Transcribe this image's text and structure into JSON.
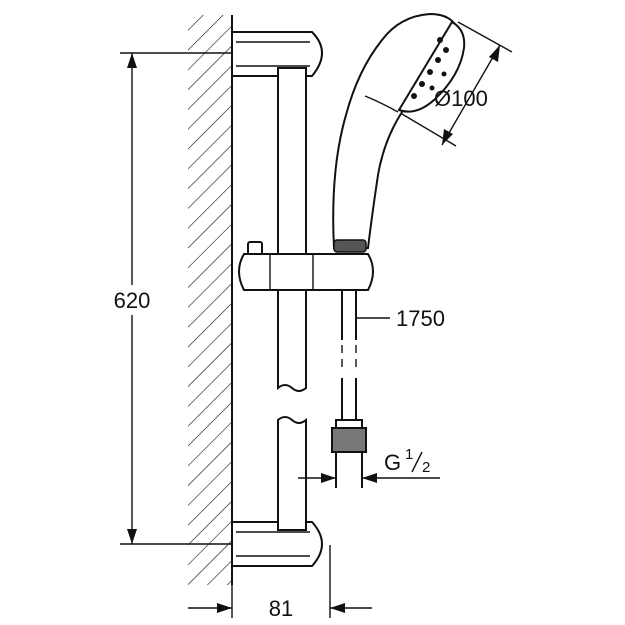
{
  "dimensions": {
    "height": "620",
    "width": "81",
    "head_diameter": "Ø100",
    "hose_length": "1750",
    "thread_letter": "G",
    "thread_num": "1",
    "thread_den": "2"
  },
  "colors": {
    "line": "#111111",
    "background": "#ffffff"
  }
}
